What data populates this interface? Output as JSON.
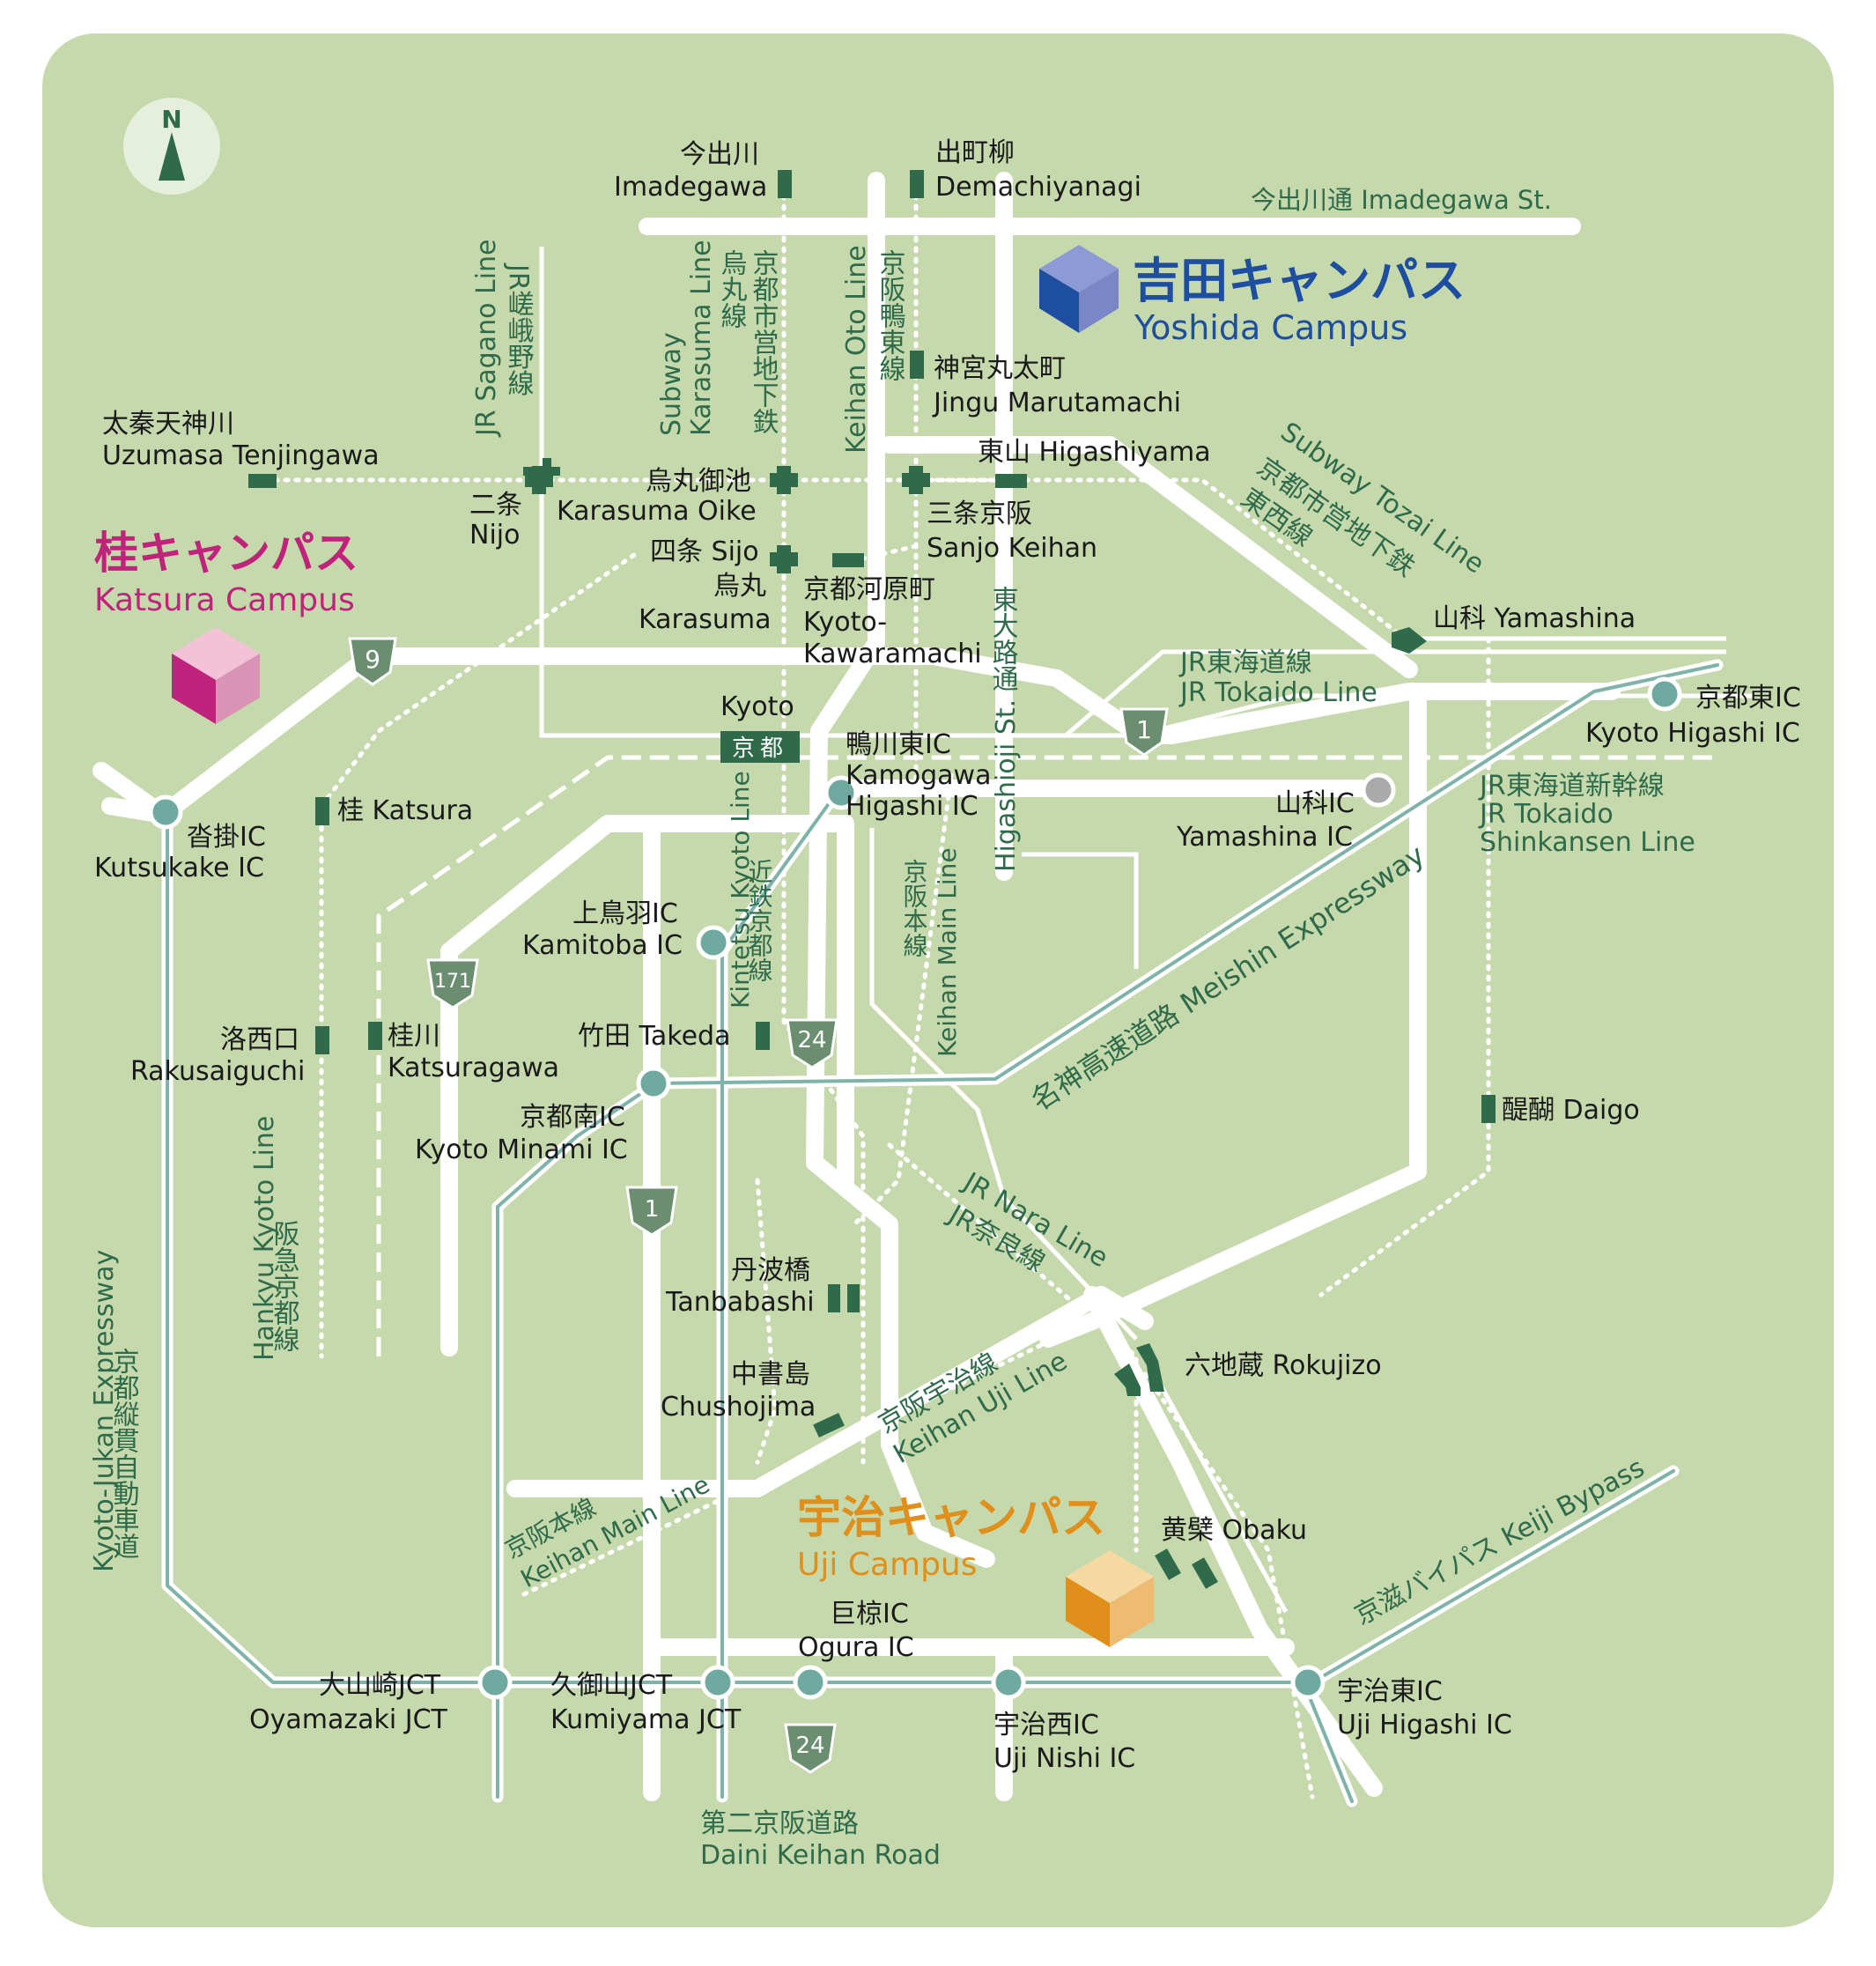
{
  "colors": {
    "background": "#c6d9ad",
    "road": "#ffffff",
    "rail_marker": "#2f6b4a",
    "expressway": "#7fb2a8",
    "ic_node": "#6fa9a0",
    "label_dark": "#1a1a1a",
    "label_line": "#2f6b4a",
    "yoshida": "#1d4ea0",
    "katsura": "#c0237b",
    "uji": "#e08f1a"
  },
  "compass": {
    "letter": "N",
    "icon": "north-arrow-icon"
  },
  "campuses": {
    "yoshida": {
      "ja": "吉田キャンパス",
      "en": "Yoshida Campus",
      "icon": "cube-icon"
    },
    "katsura": {
      "ja": "桂キャンパス",
      "en": "Katsura Campus",
      "icon": "cube-icon"
    },
    "uji": {
      "ja": "宇治キャンパス",
      "en": "Uji Campus",
      "icon": "cube-icon"
    }
  },
  "streets": {
    "imadegawa": "今出川通 Imadegawa St.",
    "higashioji_ja": "東大路通",
    "higashioji_en": "Higashioji St.",
    "daini_keihan_ja": "第二京阪道路",
    "daini_keihan_en": "Daini Keihan Road"
  },
  "rail_lines": {
    "jr_sagano_en": "JR Sagano Line",
    "jr_sagano_ja": "JR嵯峨野線",
    "subway_karasuma_en1": "Subway",
    "subway_karasuma_en2": "Karasuma Line",
    "subway_karasuma_ja1": "烏丸線",
    "subway_karasuma_ja2": "京都市営地下鉄",
    "keihan_oto_en": "Keihan Oto Line",
    "keihan_oto_ja": "京阪鴨東線",
    "subway_tozai_en": "Subway Tozai Line",
    "subway_tozai_ja1": "京都市営地下鉄",
    "subway_tozai_ja2": "東西線",
    "jr_tokaido_ja": "JR東海道線",
    "jr_tokaido_en": "JR Tokaido Line",
    "shinkansen_ja": "JR東海道新幹線",
    "shinkansen_en1": "JR Tokaido",
    "shinkansen_en2": "Shinkansen Line",
    "kintetsu_en": "Kintetsu Kyoto Line",
    "kintetsu_ja": "近鉄京都線",
    "keihan_main_en": "Keihan Main Line",
    "keihan_main_ja": "京阪本線",
    "meishin_ja": "名神高速道路",
    "meishin_en": "Meishin Expressway",
    "jr_nara_en": "JR Nara Line",
    "jr_nara_ja": "JR奈良線",
    "keihan_uji_ja": "京阪宇治線",
    "keihan_uji_en": "Keihan Uji Line",
    "keihan_main_s_ja": "京阪本線",
    "keihan_main_s_en": "Keihan Main Line",
    "hankyu_en": "Hankyu Kyoto Line",
    "hankyu_ja": "阪急京都線",
    "kyoto_jukan_en": "Kyoto-Jukan Expressway",
    "kyoto_jukan_ja": "京都縦貫自動車道",
    "keiji_bypass": "京滋バイパス Keiji Bypass"
  },
  "stations": {
    "imadegawa_ja": "今出川",
    "imadegawa_en": "Imadegawa",
    "demachiyanagi_ja": "出町柳",
    "demachiyanagi_en": "Demachiyanagi",
    "jingu_ja": "神宮丸太町",
    "jingu_en": "Jingu Marutamachi",
    "uzumasa_ja": "太秦天神川",
    "uzumasa_en": "Uzumasa Tenjingawa",
    "nijo_ja": "二条",
    "nijo_en": "Nijo",
    "karasuma_oike_ja": "烏丸御池",
    "karasuma_oike_en": "Karasuma Oike",
    "higashiyama": "東山 Higashiyama",
    "sanjo_ja": "三条京阪",
    "sanjo_en": "Sanjo Keihan",
    "shijo": "四条 Sijo",
    "karasuma_ja": "烏丸",
    "karasuma_en": "Karasuma",
    "kawaramachi_ja": "京都河原町",
    "kawaramachi_en1": "Kyoto-",
    "kawaramachi_en2": "Kawaramachi",
    "yamashina": "山科 Yamashina",
    "kyoto_en": "Kyoto",
    "kyoto_ja": "京都",
    "katsura": "桂 Katsura",
    "rakusaiguchi_ja": "洛西口",
    "rakusaiguchi_en": "Rakusaiguchi",
    "katsuragawa_ja": "桂川",
    "katsuragawa_en": "Katsuragawa",
    "takeda": "竹田 Takeda",
    "daigo": "醍醐 Daigo",
    "tanbabashi_ja": "丹波橋",
    "tanbabashi_en": "Tanbabashi",
    "chushojima_ja": "中書島",
    "chushojima_en": "Chushojima",
    "rokujizo": "六地蔵 Rokujizo",
    "obaku": "黄檗 Obaku"
  },
  "interchanges": {
    "kyoto_higashi_ja": "京都東IC",
    "kyoto_higashi_en": "Kyoto Higashi IC",
    "kamogawa_ja": "鴨川東IC",
    "kamogawa_en1": "Kamogawa",
    "kamogawa_en2": "Higashi IC",
    "yamashina_ja": "山科IC",
    "yamashina_en": "Yamashina IC",
    "kutsukake_ja": "沓掛IC",
    "kutsukake_en": "Kutsukake IC",
    "kamitoba_ja": "上鳥羽IC",
    "kamitoba_en": "Kamitoba IC",
    "kyoto_minami_ja": "京都南IC",
    "kyoto_minami_en": "Kyoto Minami IC",
    "oyamazaki_ja": "大山崎JCT",
    "oyamazaki_en": "Oyamazaki JCT",
    "kumiyama_ja": "久御山JCT",
    "kumiyama_en": "Kumiyama JCT",
    "ogura_ja": "巨椋IC",
    "ogura_en": "Ogura IC",
    "uji_nishi_ja": "宇治西IC",
    "uji_nishi_en": "Uji Nishi IC",
    "uji_higashi_ja": "宇治東IC",
    "uji_higashi_en": "Uji Higashi IC"
  },
  "route_shields": {
    "r9": "9",
    "r1_north": "1",
    "r171": "171",
    "r24_north": "24",
    "r1_south": "1",
    "r24_south": "24"
  }
}
